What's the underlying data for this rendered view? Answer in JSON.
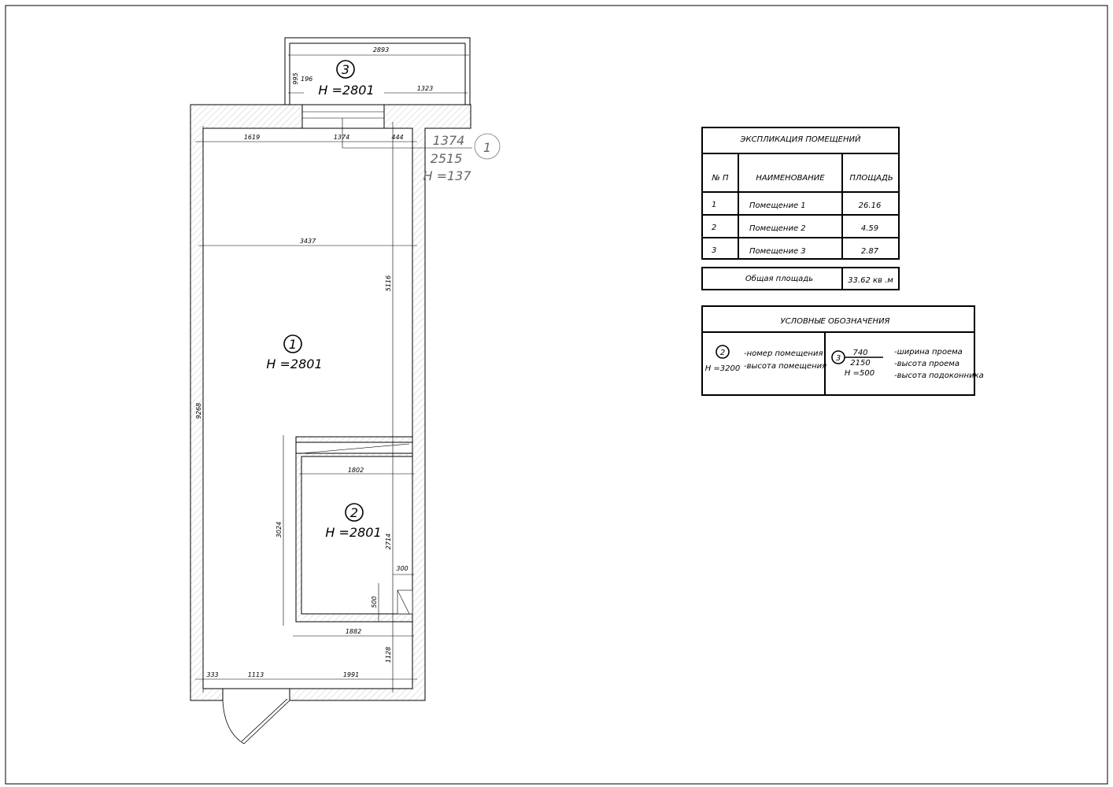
{
  "plan": {
    "rooms": [
      {
        "number": "1",
        "height": "H =2801"
      },
      {
        "number": "2",
        "height": "H =2801"
      },
      {
        "number": "3",
        "height": "H =2801"
      }
    ],
    "opening": {
      "number": "1",
      "width": "1374",
      "height": "2515",
      "sill": "H =137"
    },
    "dimensions": {
      "balcony_width": "2893",
      "balcony_depth": "995",
      "balcony_side": "196",
      "balcony_right": "1323",
      "top_left": "1619",
      "top_mid": "1374",
      "top_right": "444",
      "room_width": "3437",
      "right_upper": "5116",
      "left_total": "9268",
      "room2_width": "1802",
      "room2_height": "3024",
      "right_mid": "2714",
      "niche_width": "300",
      "niche_height": "500",
      "room2_outer_width": "1882",
      "right_lower": "1128",
      "bottom_left": "333",
      "bottom_door": "1113",
      "bottom_right": "1991"
    }
  },
  "explication": {
    "title": "ЭКСПЛИКАЦИЯ ПОМЕЩЕНИЙ",
    "headers": [
      "№ П",
      "НАИМЕНОВАНИЕ",
      "ПЛОЩАДЬ"
    ],
    "rows": [
      [
        "1",
        "Помещение  1",
        "26.16"
      ],
      [
        "2",
        "Помещение  2",
        "4.59"
      ],
      [
        "3",
        "Помещение  3",
        "2.87"
      ]
    ],
    "total_label": "Общая площадь",
    "total_value": "33.62 кв .м"
  },
  "legend": {
    "title": "УСЛОВНЫЕ ОБОЗНАЧЕНИЯ",
    "room_symbol": {
      "number": "2",
      "height": "H =3200",
      "desc1": "-номер помещения",
      "desc2": "-высота помещения"
    },
    "opening_symbol": {
      "number": "3",
      "width": "740",
      "height": "2150",
      "sill": "H =500",
      "desc1": "-ширина проема",
      "desc2": "-высота проема",
      "desc3": "-высота подоконника"
    }
  }
}
